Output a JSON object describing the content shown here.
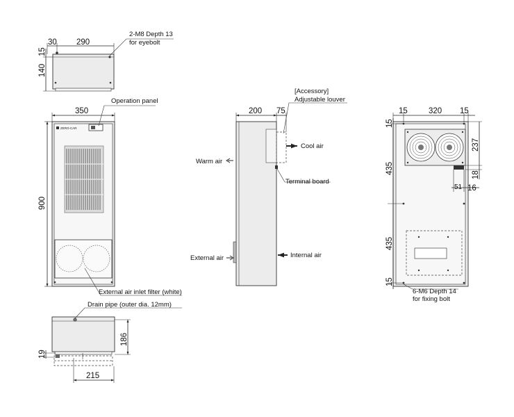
{
  "views": {
    "top": {
      "dim_30": "30",
      "dim_290": "290",
      "dim_15": "15",
      "dim_140": "140",
      "eyebolt_line1": "2-M8  Depth 13",
      "eyebolt_line2": "for eyebolt"
    },
    "front": {
      "dim_350": "350",
      "dim_900": "900",
      "brand": "ZERO-CAR",
      "operation_panel": "Operation panel",
      "filter_label": "External air inlet filter (white)"
    },
    "bottom": {
      "drain_label": "Drain pipe (outer dia. 12mm)",
      "dim_186": "186",
      "dim_19": "19",
      "dim_215": "215"
    },
    "side": {
      "dim_200": "200",
      "dim_75": "75",
      "accessory_line1": "[Accessory]",
      "accessory_line2": "Adjustable louver",
      "cool_air": "Cool air",
      "warm_air": "Warm air",
      "terminal_board": "Terminal board",
      "external_air": "External air",
      "internal_air": "Internal air"
    },
    "back": {
      "dim_15_left": "15",
      "dim_320": "320",
      "dim_15_right": "15",
      "dim_237": "237",
      "dim_15_top": "15",
      "dim_435_upper": "435",
      "dim_18": "18",
      "dim_51": "51",
      "dim_16": "16",
      "dim_435_lower": "435",
      "dim_15_bottom": "15",
      "fixing_line1": "6-M6  Depth 14",
      "fixing_line2": "for fixing bolt"
    }
  }
}
